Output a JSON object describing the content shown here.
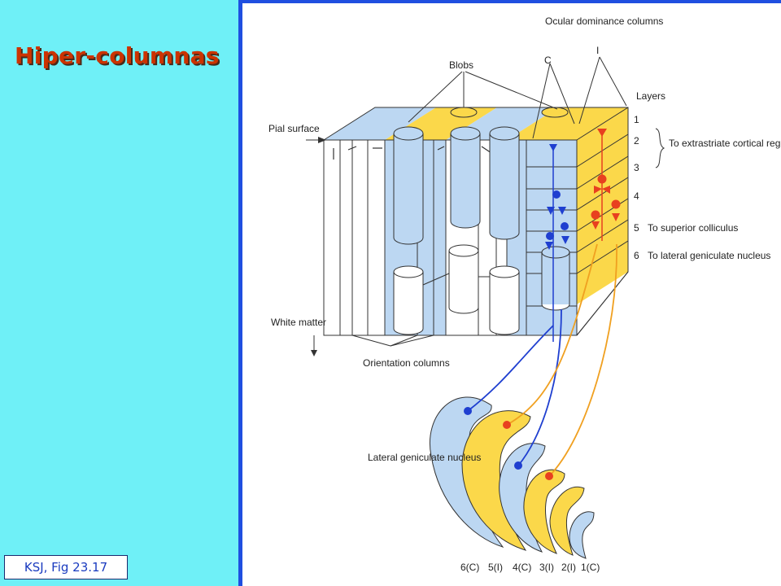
{
  "slide": {
    "title": "Hiper-columnas",
    "citation": "KSJ, Fig 23.17"
  },
  "colors": {
    "sidebar": "#6ff0f7",
    "rule": "#1f4fe0",
    "title": "#cc3300",
    "blue_region": "#bcd7f2",
    "yellow_region": "#fbd84a",
    "blue_cell": "#1f3fd0",
    "red_cell": "#e8401f"
  },
  "figure": {
    "ocular_dominance_label": "Ocular dominance columns",
    "label_c": "C",
    "label_i": "I",
    "blobs_label": "Blobs",
    "layers_label": "Layers",
    "pial_surface_label": "Pial surface",
    "white_matter_label": "White matter",
    "orientation_columns_label": "Orientation columns",
    "layers": [
      "1",
      "2",
      "3",
      "4",
      "5",
      "6"
    ],
    "projections": {
      "extrastriate": "To extrastriate cortical regions",
      "superior_colliculus": "To superior colliculus",
      "lateral_geniculate": "To lateral geniculate nucleus"
    },
    "lgn_label": "Lateral geniculate nucleus",
    "lgn_layers": [
      "6(C)",
      "5(I)",
      "4(C)",
      "3(I)",
      "2(I)",
      "1(C)"
    ]
  }
}
